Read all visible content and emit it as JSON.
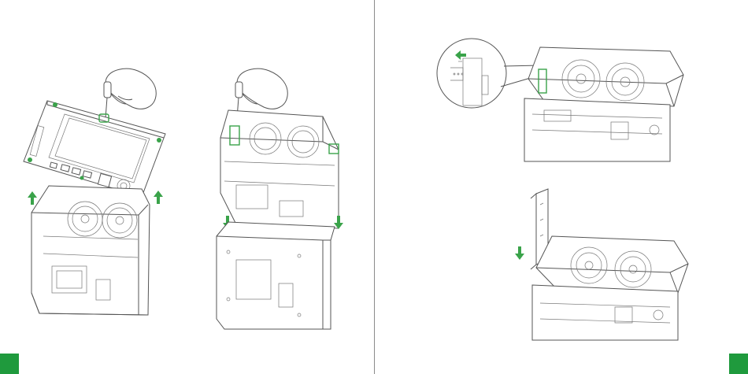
{
  "colors": {
    "accent": "#1f9a3d",
    "line": "#555555",
    "page_border": "#8a8a8a"
  },
  "steps": [
    {
      "name": "remove-top-panel",
      "arrow": "up"
    },
    {
      "name": "lift-frame-out",
      "arrow": "down"
    },
    {
      "name": "release-latch",
      "arrow": "left"
    },
    {
      "name": "insert-card",
      "arrow": "down"
    }
  ]
}
